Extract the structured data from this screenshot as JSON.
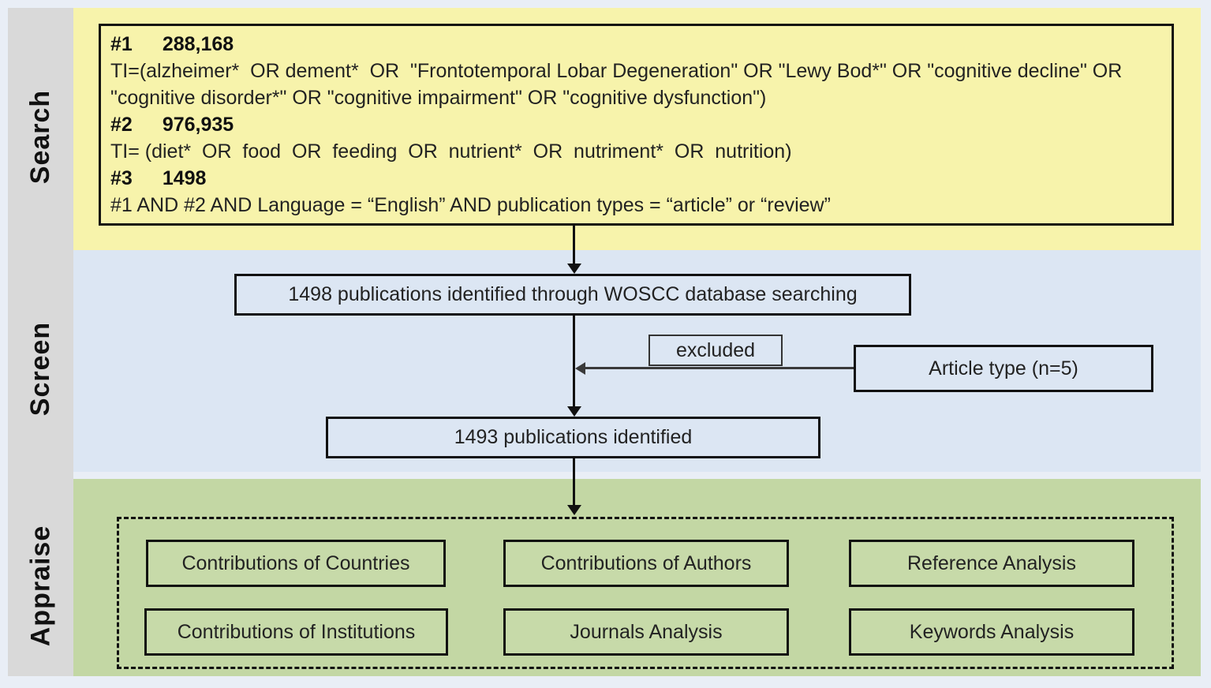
{
  "sidebar": {
    "sections": [
      {
        "label": "Search"
      },
      {
        "label": "Screen"
      },
      {
        "label": "Appraise"
      }
    ]
  },
  "search_panel": {
    "entries": [
      {
        "id": "#1",
        "count": "288,168",
        "query": "TI=(alzheimer*  OR dement*  OR  \"Frontotemporal Lobar Degeneration\" OR \"Lewy Bod*\" OR \"cognitive decline\" OR \"cognitive disorder*\" OR \"cognitive impairment\" OR \"cognitive dysfunction\")"
      },
      {
        "id": "#2",
        "count": "976,935",
        "query": "TI= (diet*  OR  food  OR  feeding  OR  nutrient*  OR  nutriment*  OR  nutrition)"
      },
      {
        "id": "#3",
        "count": "1498",
        "query": "#1 AND #2 AND Language = “English” AND publication types = “article” or “review”"
      }
    ]
  },
  "screen_panel": {
    "identified_box": "1498 publications identified through WOSCC database searching",
    "excluded_label": "excluded",
    "exclusion_reason": "Article type (n=5)",
    "result_box": "1493 publications identified"
  },
  "appraise_panel": {
    "boxes": [
      "Contributions of Countries",
      "Contributions of Authors",
      "Reference Analysis",
      "Contributions of Institutions",
      "Journals Analysis",
      "Keywords Analysis"
    ]
  },
  "colors": {
    "search_band": "#f7f3ab",
    "screen_band": "#dce6f3",
    "appraise_band": "#c3d7a4",
    "sidebar": "#d9d9d9",
    "border": "#111111"
  }
}
